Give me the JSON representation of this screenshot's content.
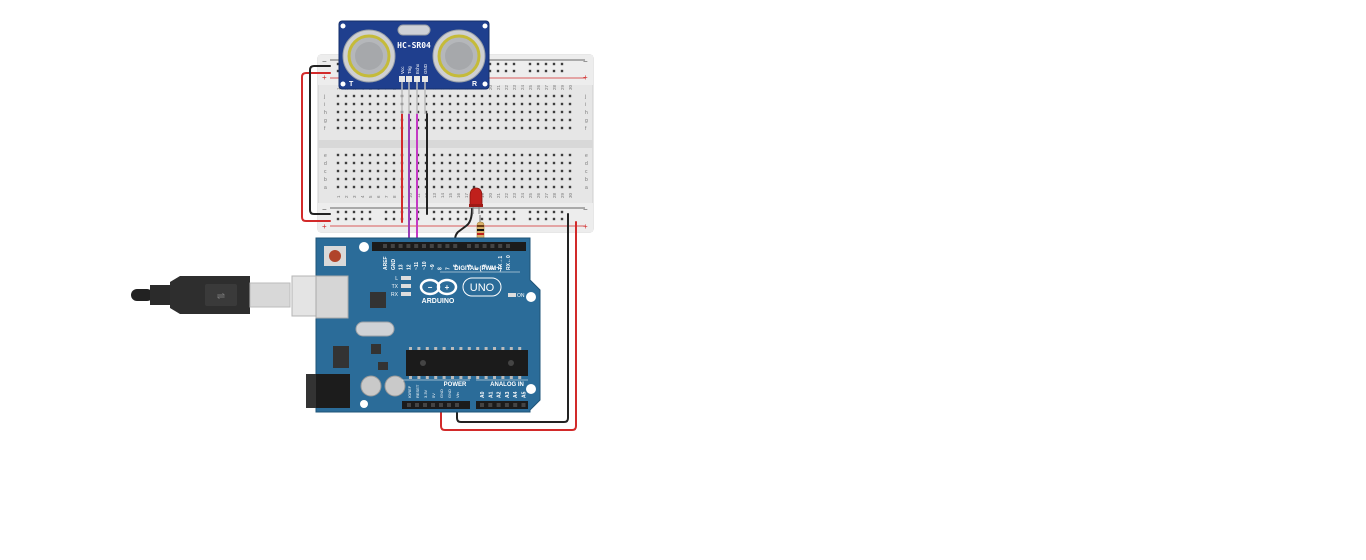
{
  "sensor": {
    "model": "HC-SR04",
    "left_mark": "T",
    "right_mark": "R",
    "pins": [
      "Vcc",
      "Trig",
      "Echo",
      "GND"
    ]
  },
  "breadboard": {
    "column_numbers": [
      "1",
      "2",
      "3",
      "4",
      "5",
      "6",
      "7",
      "8",
      "9",
      "10",
      "11",
      "12",
      "13",
      "14",
      "15",
      "16",
      "17",
      "18",
      "19",
      "20",
      "21",
      "22",
      "23",
      "24",
      "25",
      "26",
      "27",
      "28",
      "29",
      "30"
    ],
    "row_letters_top": [
      "j",
      "i",
      "h",
      "g",
      "f"
    ],
    "row_letters_bottom": [
      "e",
      "d",
      "c",
      "b",
      "a"
    ],
    "rail_minus": "−",
    "rail_plus": "+"
  },
  "arduino": {
    "brand": "ARDUINO",
    "model": "UNO",
    "digital_label": "DIGITAL (PWM~)",
    "power_label": "POWER",
    "analog_label": "ANALOG IN",
    "digital_pins": [
      "AREF",
      "GND",
      "13",
      "12",
      "~11",
      "~10",
      "~9",
      "8",
      "7",
      "~6",
      "~5",
      "4",
      "~3",
      "2",
      "TX→1",
      "RX←0"
    ],
    "power_pins": [
      "IOREF",
      "RESET",
      "3.3V",
      "5V",
      "GND",
      "GND",
      "Vin"
    ],
    "analog_pins": [
      "A0",
      "A1",
      "A2",
      "A3",
      "A4",
      "A5"
    ],
    "led_labels": [
      "L",
      "TX",
      "RX"
    ],
    "on_label": "ON"
  },
  "colors": {
    "board_blue": "#2b6c99",
    "wire_red": "#d22a2a",
    "wire_black": "#222222",
    "wire_purple": "#9b3fb6",
    "wire_magenta": "#c43ac4",
    "sensor_blue": "#1f3f8e",
    "led_red": "#c0201c"
  }
}
